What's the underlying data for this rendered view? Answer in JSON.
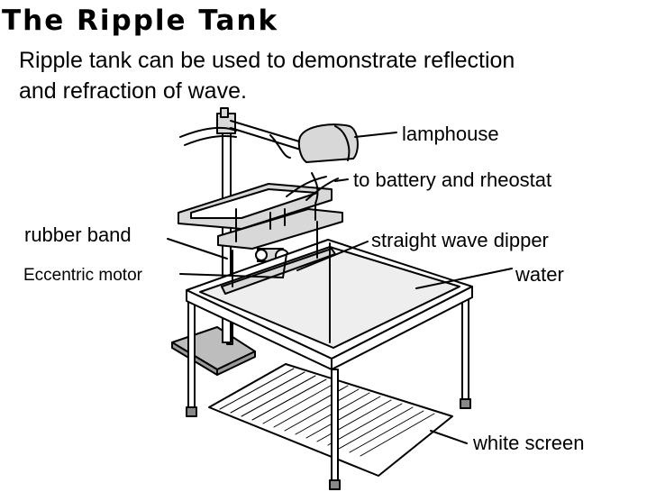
{
  "header": {
    "title": "The Ripple Tank",
    "subtitle_line1": "Ripple tank can be used to demonstrate reflection",
    "subtitle_line2": "and refraction of wave."
  },
  "labels": {
    "lamphouse": "lamphouse",
    "battery": "to battery and rheostat",
    "rubber_band": "rubber band",
    "dipper": "straight wave dipper",
    "motor": "Eccentric motor",
    "water": "water",
    "screen": "white screen"
  },
  "colors": {
    "line": "#000000",
    "water_fill": "#eeeeee",
    "metal": "#d8d8d8",
    "base": "#bdbdbd"
  }
}
